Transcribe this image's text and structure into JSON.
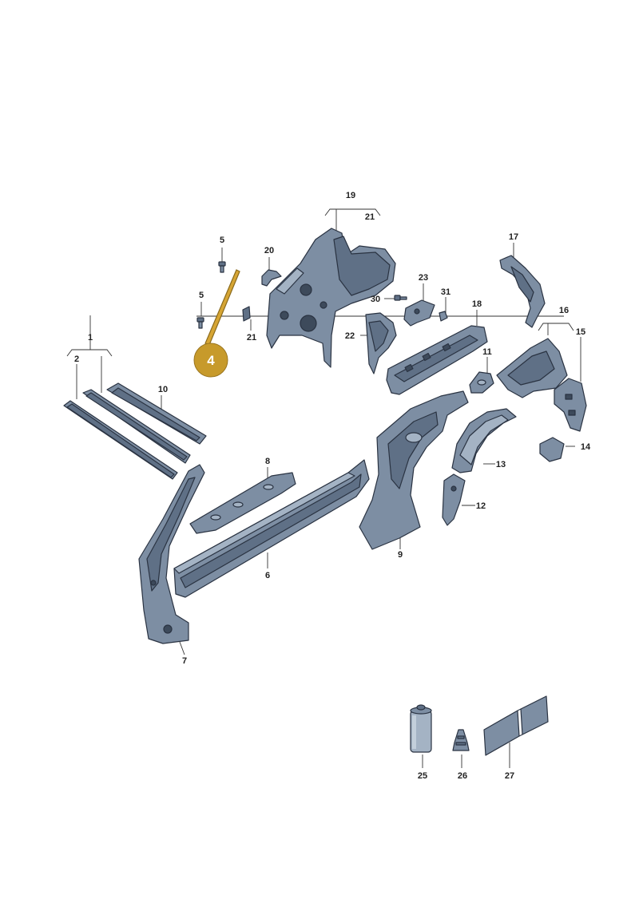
{
  "highlight": {
    "label": "4",
    "color": "#c79a2b"
  },
  "labels": {
    "l1": "1",
    "l2": "2",
    "l5a": "5",
    "l5b": "5",
    "l6": "6",
    "l7": "7",
    "l8": "8",
    "l9": "9",
    "l10": "10",
    "l11": "11",
    "l12": "12",
    "l13": "13",
    "l14": "14",
    "l15": "15",
    "l16": "16",
    "l17": "17",
    "l18": "18",
    "l19": "19",
    "l20": "20",
    "l21a": "21",
    "l21b": "21",
    "l22": "22",
    "l23": "23",
    "l25": "25",
    "l26": "26",
    "l27": "27",
    "l30": "30",
    "l31": "31"
  },
  "colors": {
    "part_fill": "#7d8ea3",
    "part_dark": "#5f7086",
    "part_light": "#a4b3c4",
    "outline": "#2a3342"
  }
}
